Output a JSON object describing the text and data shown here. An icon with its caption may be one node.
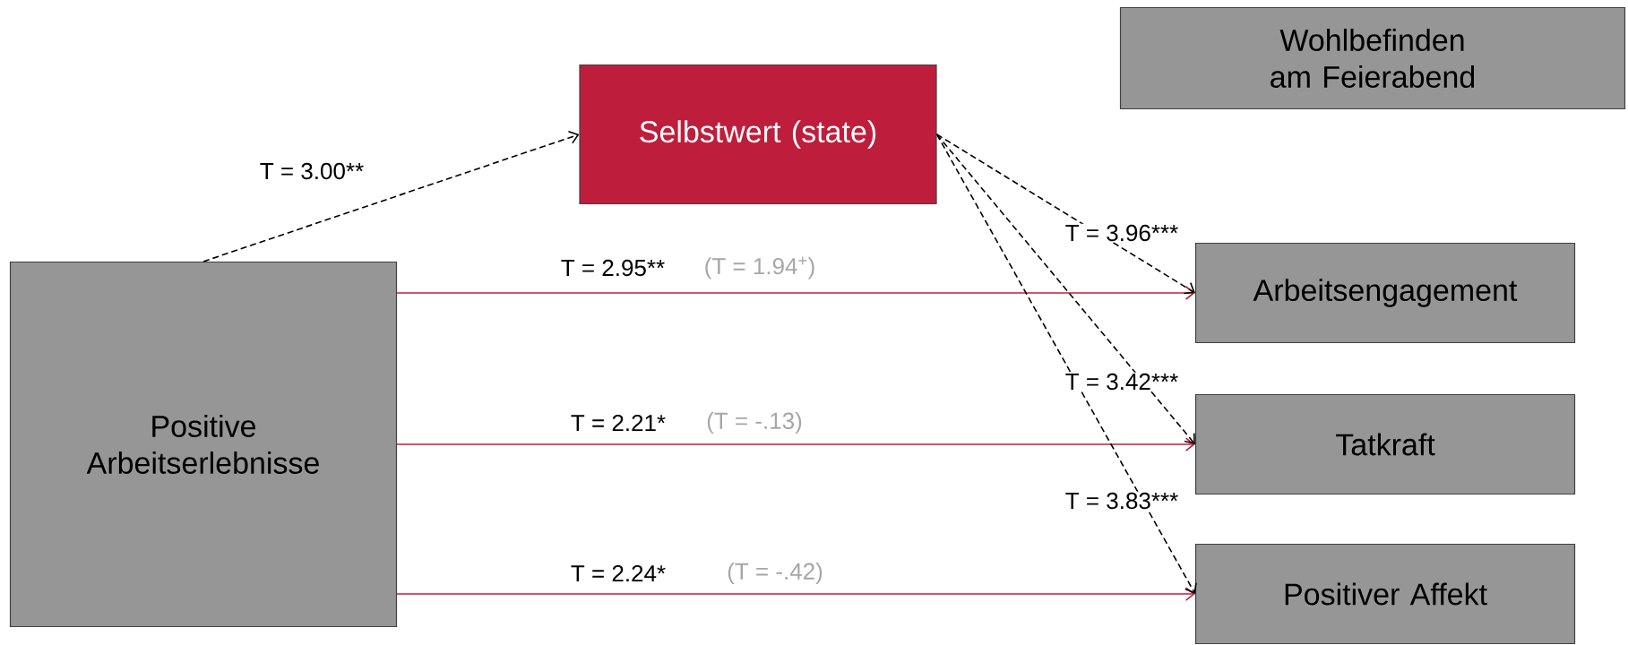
{
  "diagram": {
    "nodes": [
      {
        "text": [
          "Wohlbefinden am Feierabend"
        ]
      },
      {
        "text": [
          "Selbstwert (state)"
        ]
      },
      {
        "text": [
          "Positive Arbeitserlebnisse"
        ]
      },
      {
        "text": [
          "Arbeitsengagement"
        ]
      },
      {
        "text": [
          "Tatkraft"
        ]
      },
      {
        "text": [
          "Positiver Affekt"
        ]
      }
    ],
    "edges": [
      {
        "from": 2,
        "to": 1,
        "arrow": "to",
        "style": "dashed",
        "label": "T = 3.00**"
      },
      {
        "from": 2,
        "to": 3,
        "arrow": "to",
        "color": "#be1e3c",
        "label": "T = 2.95**"
      },
      {
        "from": 2,
        "to": 4,
        "arrow": "to",
        "color": "#be1e3c",
        "label": "T = 2.21*"
      },
      {
        "from": 2,
        "to": 5,
        "arrow": "to",
        "color": "#be1e3c",
        "label": "T = 2.24*"
      },
      {
        "from": 1,
        "to": 3,
        "arrow": "to",
        "style": "dashed",
        "label": "T = 3.96***"
      },
      {
        "from": 1,
        "to": 4,
        "arrow": "to",
        "style": "dashed",
        "label": "T = 3.42***"
      },
      {
        "from": 1,
        "to": 5,
        "arrow": "to",
        "style": "dashed",
        "label": "T = 3.83***"
      }
    ],
    "labels": [
      "(T = 1.94$^{+}$)",
      "(T = -.13)",
      "(T = -.42)"
    ]
  }
}
